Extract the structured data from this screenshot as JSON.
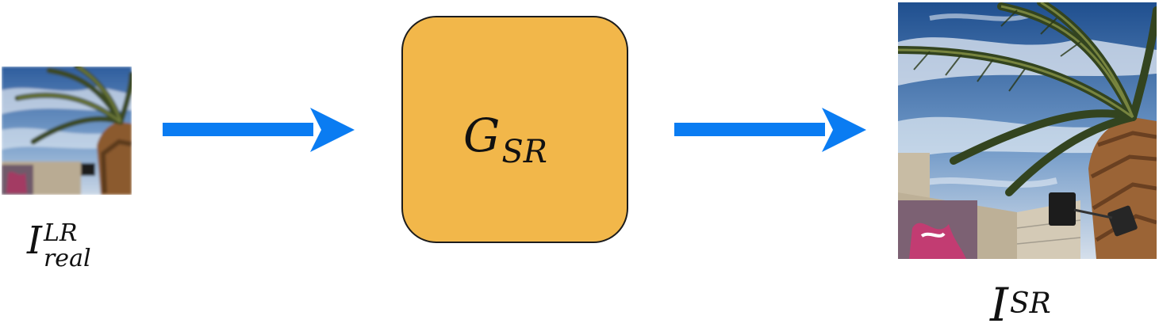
{
  "diagram": {
    "input": {
      "symbol": "I",
      "superscript": "LR",
      "subscript": "real"
    },
    "generator": {
      "symbol": "G",
      "subscript": "SR"
    },
    "output": {
      "symbol": "I",
      "superscript": "SR"
    }
  },
  "colors": {
    "arrow": "#0a7cf2",
    "generator_fill": "#f2b74a",
    "generator_border": "#1c1c1c"
  },
  "icons": {
    "input_image": "palm-tree-photo-low-res",
    "output_image": "palm-tree-photo-super-res",
    "arrows": "right-arrow"
  }
}
